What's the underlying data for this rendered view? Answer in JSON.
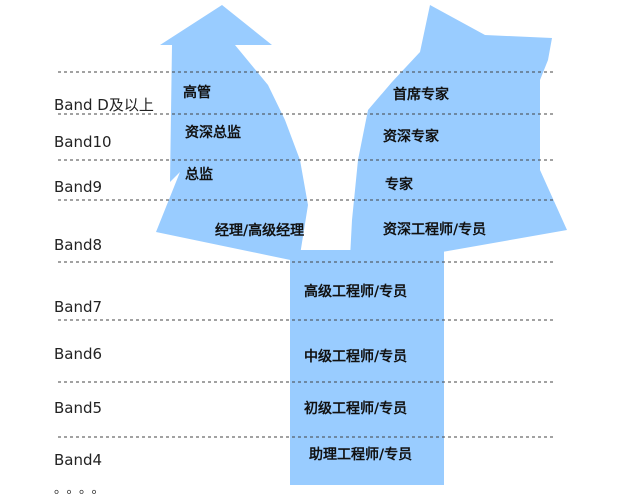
{
  "colors": {
    "arrow_fill": "#99ccff",
    "divider": "#444444",
    "text": "#111111"
  },
  "bands": [
    "Band D及以上",
    "Band10",
    "Band9",
    "Band8",
    "Band7",
    "Band6",
    "Band5",
    "Band4"
  ],
  "ellipsis": "。。。。",
  "management_track": {
    "roles": [
      "高管",
      "资深总监",
      "总监",
      "经理/高级经理"
    ]
  },
  "expert_track": {
    "roles": [
      "首席专家",
      "资深专家",
      "专家",
      "资深工程师/专员"
    ]
  },
  "technical_track": {
    "roles": [
      "高级工程师/专员",
      "中级工程师/专员",
      "初级工程师/专员",
      "助理工程师/专员"
    ]
  }
}
